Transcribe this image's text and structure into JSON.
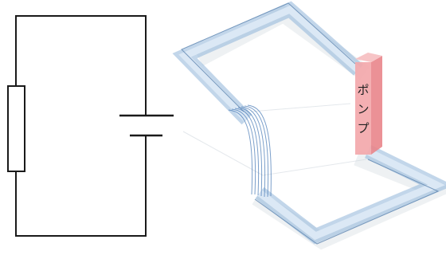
{
  "pump": {
    "label_chars": [
      "ポ",
      "ン",
      "プ"
    ],
    "front_color": "#f3a6aa",
    "side_color": "#e9858b",
    "top_color": "#f7c4c6"
  },
  "colors": {
    "wire": "#1a1a1a",
    "pipe": "#8fb4d8",
    "stream": "#4f7fb8"
  }
}
